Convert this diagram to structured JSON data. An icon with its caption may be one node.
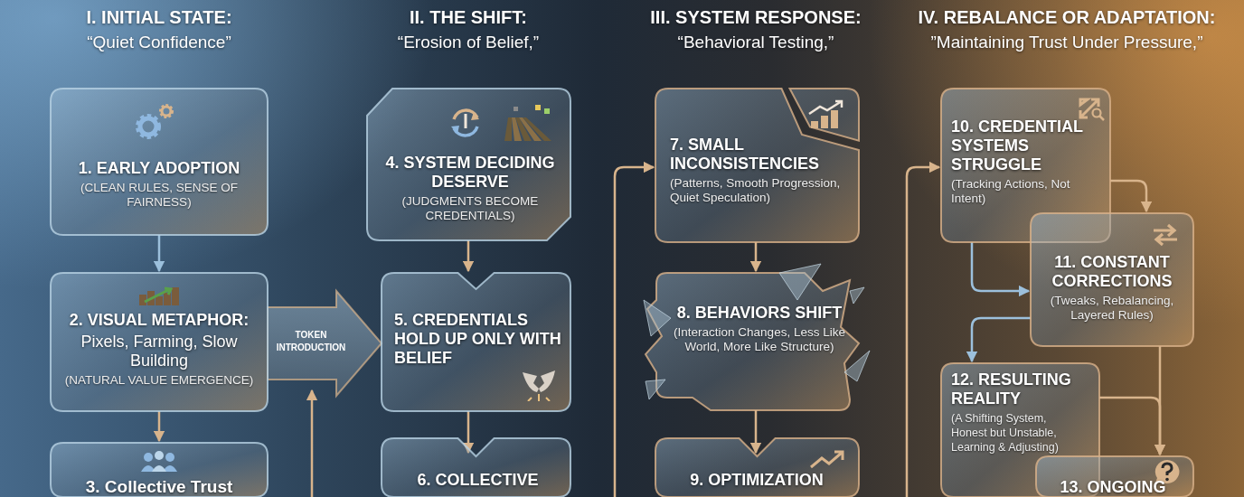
{
  "diagram": {
    "nodes": [
      {
        "text": [
          "1. EARLY ADOPTION",
          "(CLEAN RULES, SENSE OF FAIRNESS)"
        ]
      },
      {
        "text": [
          "2. VISUAL METAPHOR:",
          "Pixels, Farming, Slow Building",
          "(NATURAL VALUE EMERGENCE)"
        ]
      },
      {
        "text": [
          "3. Collective Trust"
        ]
      },
      {
        "text": [
          "4. SYSTEM DECIDING DESERVE",
          "(JUDGMENTS BECOME CREDENTIALS)"
        ]
      },
      {
        "text": [
          "5. CREDENTIALS HOLD UP ONLY WITH BELIEF"
        ]
      },
      {
        "text": [
          "6. COLLECTIVE"
        ]
      },
      {
        "text": [
          "7. SMALL INCONSISTENCIES",
          "(Patterns, Smooth Progression, Quiet Speculation)"
        ]
      },
      {
        "text": [
          "8. BEHAVIORS SHIFT",
          "(Interaction Changes, Less Like World, More Like Structure)"
        ]
      },
      {
        "text": [
          "9. OPTIMIZATION"
        ]
      },
      {
        "text": [
          "10. CREDENTIAL SYSTEMS STRUGGLE",
          "(Tracking Actions, Not Intent)"
        ]
      },
      {
        "text": [
          "11. CONSTANT CORRECTIONS",
          "(Tweaks, Rebalancing, Layered Rules)"
        ]
      },
      {
        "text": [
          "12. RESULTING REALITY",
          "(A Shifting System, Honest but Unstable, Learning & Adjusting)"
        ]
      },
      {
        "text": [
          "13. ONGOING"
        ]
      }
    ],
    "edges": [
      {
        "from": 0,
        "to": 1,
        "arrow": "to",
        "color": "#9cc0dc"
      },
      {
        "from": 1,
        "to": 2,
        "arrow": "to"
      },
      {
        "from": 1,
        "to": 4,
        "arrow": "to",
        "label": "TOKEN INTRODUCTION",
        "style": "thick"
      },
      {
        "from": 3,
        "to": 4,
        "arrow": "to"
      },
      {
        "from": 4,
        "to": 5,
        "arrow": "to"
      },
      {
        "from": null,
        "to": 6,
        "arrow": "to"
      },
      {
        "from": 6,
        "to": 7,
        "arrow": "to"
      },
      {
        "from": 7,
        "to": 8,
        "arrow": "to"
      },
      {
        "from": null,
        "to": 9,
        "arrow": "to"
      },
      {
        "from": 9,
        "to": 10,
        "arrow": "to"
      },
      {
        "from": 9,
        "to": 10,
        "arrow": "to",
        "color": "#9cc0dc"
      },
      {
        "from": 10,
        "to": 11,
        "arrow": "to",
        "color": "#9cc0dc"
      },
      {
        "from": 10,
        "to": 12,
        "arrow": "to"
      },
      {
        "from": 11,
        "to": 12,
        "arrow": "to"
      }
    ],
    "labels": [
      "I. INITIAL STATE:",
      "“Quiet Confidence”",
      "II. THE SHIFT:",
      "“Erosion of Belief,”",
      "III. SYSTEM RESPONSE:",
      "“Behavioral Testing,”",
      "IV. REBALANCE OR ADAPTATION:",
      "”Maintaining Trust Under Pressure,”"
    ]
  }
}
